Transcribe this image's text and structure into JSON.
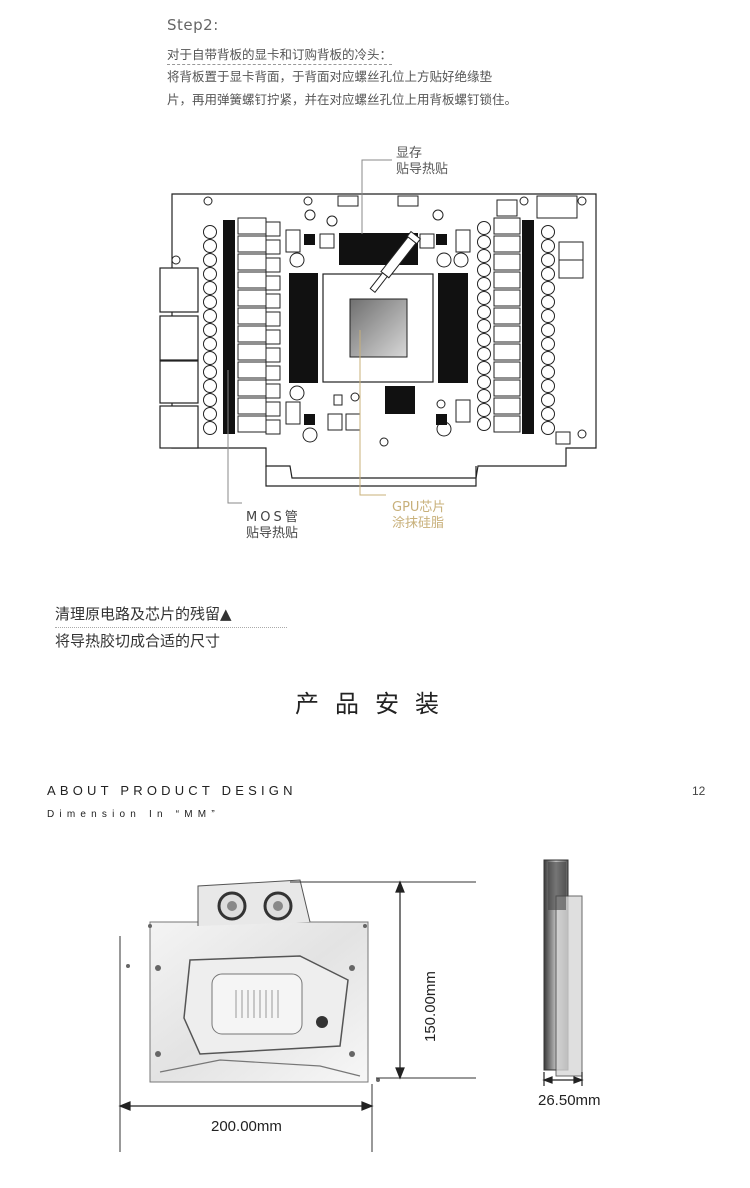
{
  "step": {
    "title": "Step2:",
    "subtitle": "对于自带背板的显卡和订购背板的冷头：",
    "line1": "将背板置于显卡背面，于背面对应螺丝孔位上方贴好绝缘垫",
    "line2": "片，再用弹簧螺钉拧紧，并在对应螺丝孔位上用背板螺钉锁住。"
  },
  "diagram": {
    "vram_label_1": "显存",
    "vram_label_2": "贴导热贴",
    "mos_label_1": "MOS管",
    "mos_label_2": "贴导热贴",
    "gpu_label_1": "GPU芯片",
    "gpu_label_2": "涂抹硅脂"
  },
  "notes": {
    "note1": "清理原电路及芯片的残留▲",
    "note2": "将导热胶切成合适的尺寸"
  },
  "section_title": "产品安装",
  "design": {
    "heading": "ABOUT PRODUCT DESIGN",
    "subheading": "Dimension In “MM”",
    "page_number": "12",
    "height_label": "150.00mm",
    "width_label": "200.00mm",
    "thickness_label": "26.50mm"
  },
  "colors": {
    "gpu_accent": "#c8b07a",
    "line_gray": "#999999"
  }
}
